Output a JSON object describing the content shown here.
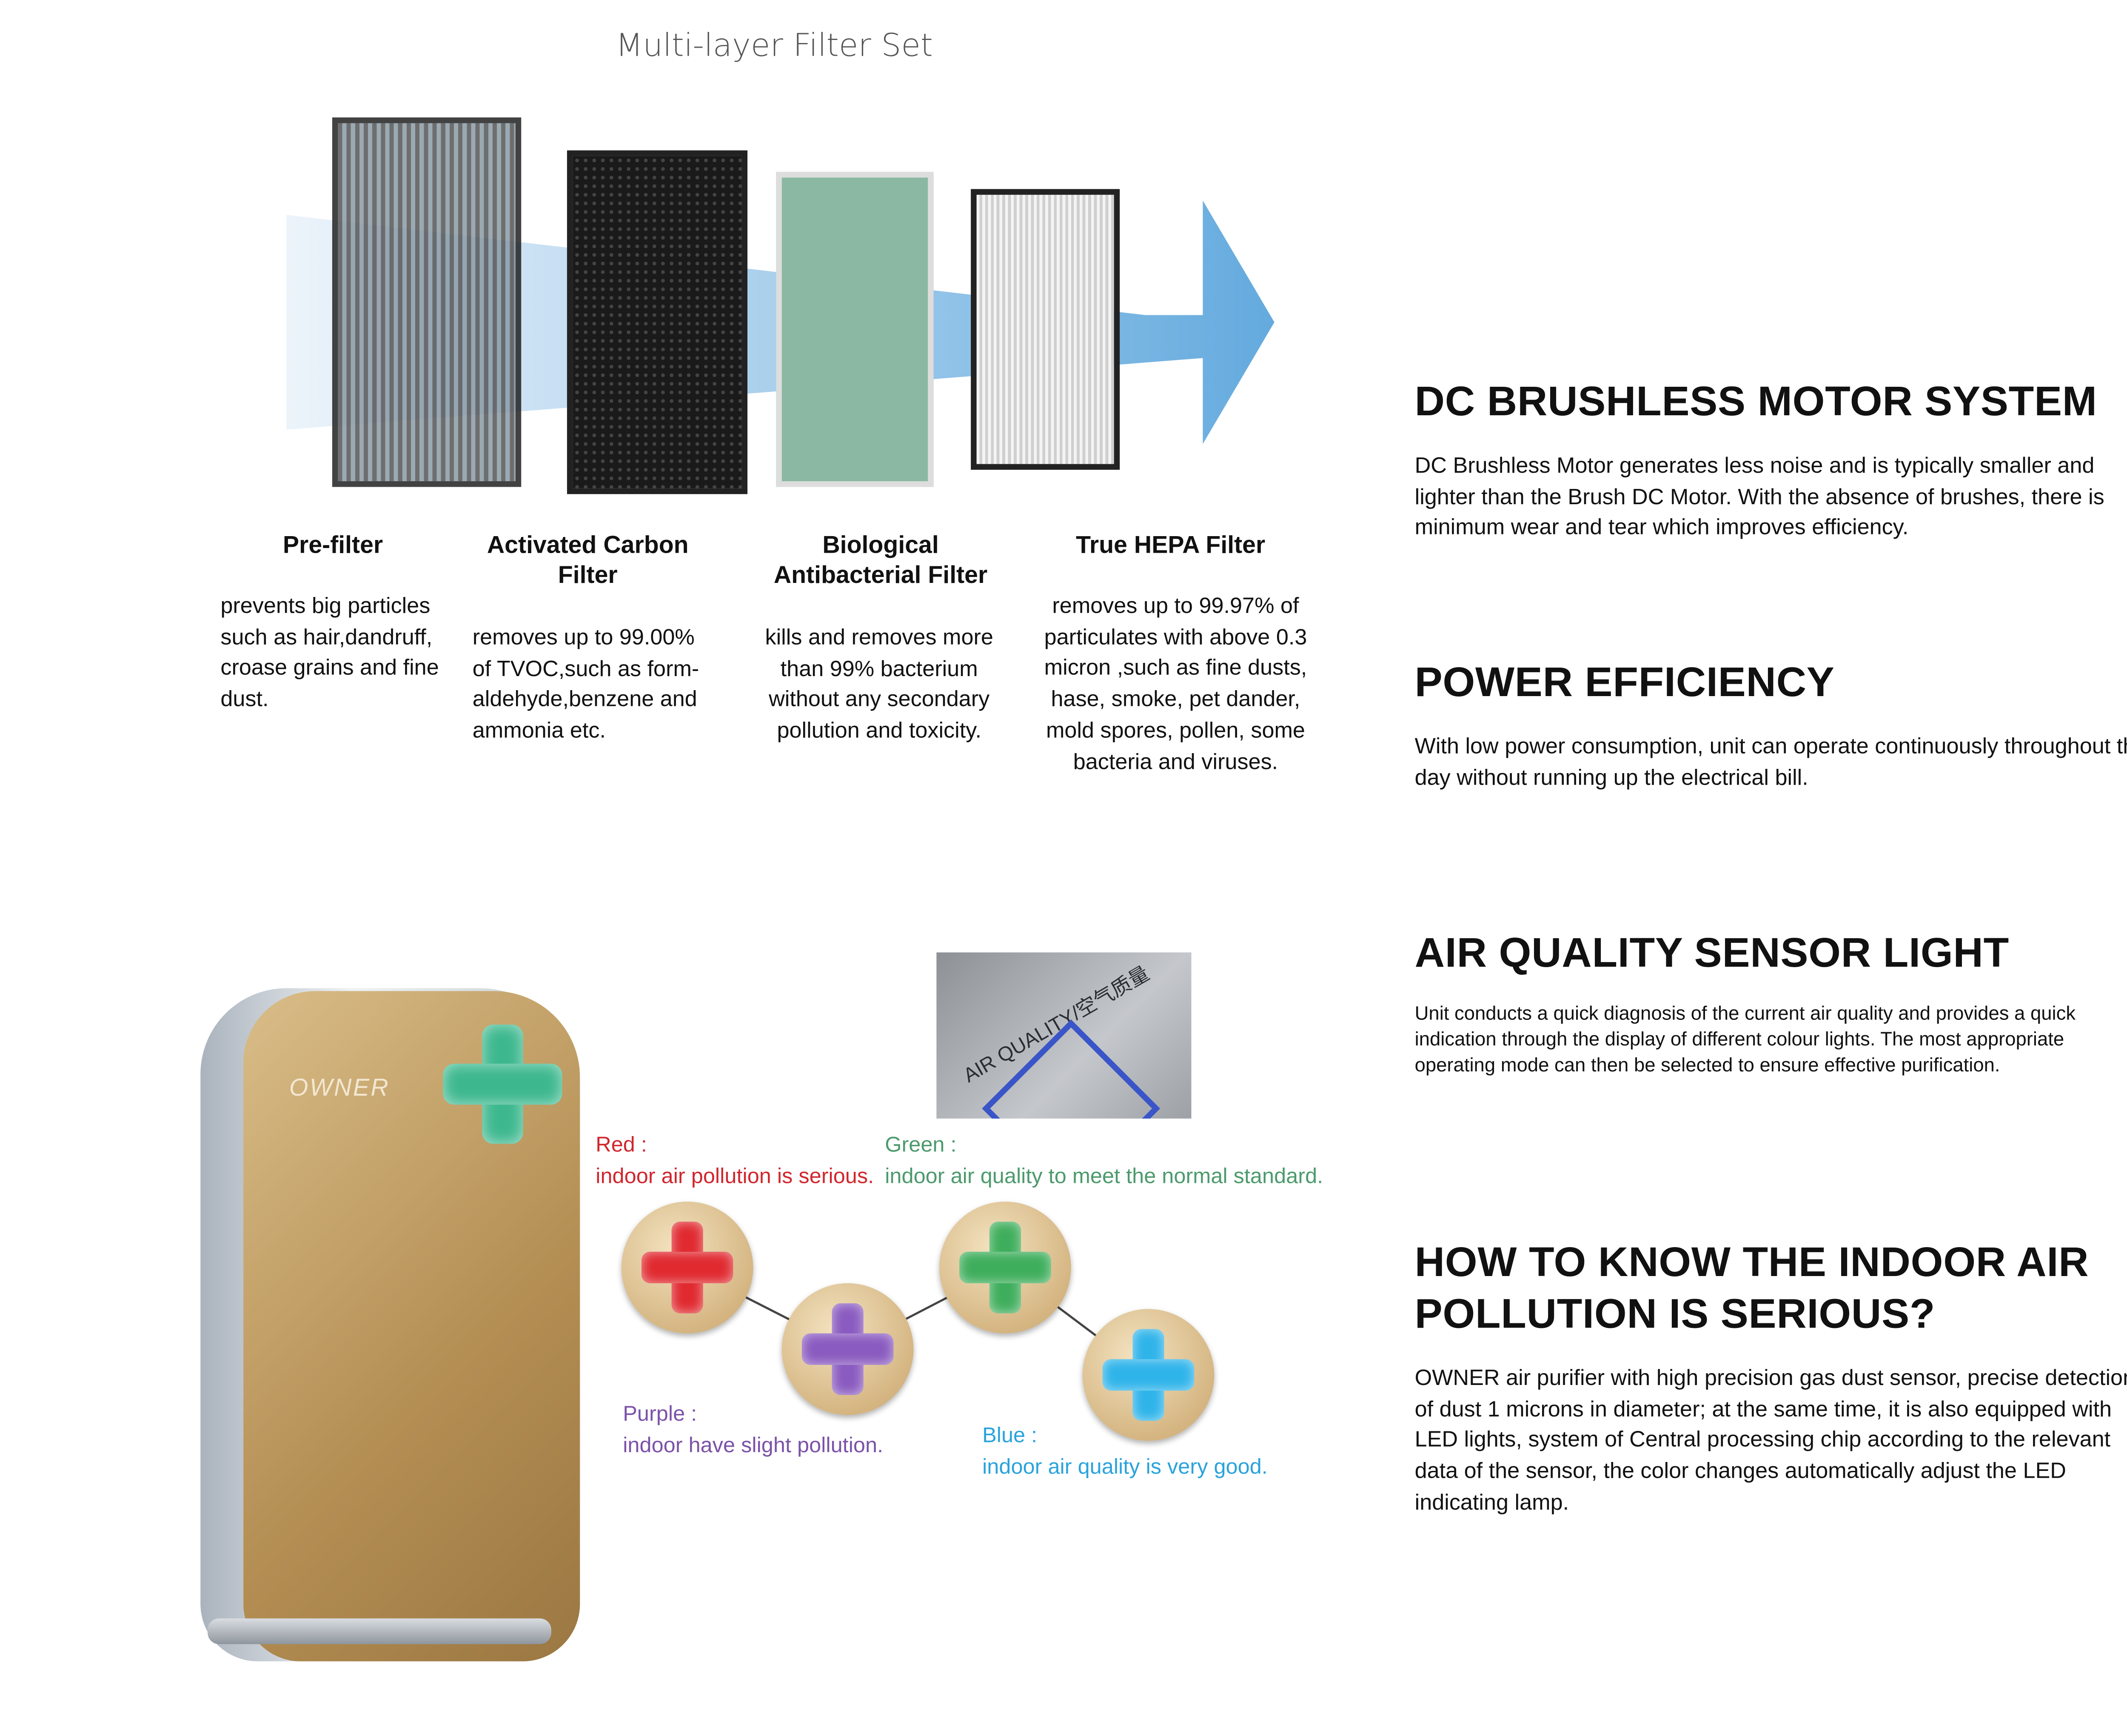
{
  "filter_set": {
    "title": "Multi-layer Filter Set",
    "filters": [
      {
        "name": "Pre-filter",
        "description": "prevents big particles such as hair,dandruff, croase grains and fine dust."
      },
      {
        "name": "Activated Carbon Filter",
        "description": "removes up to 99.00% of TVOC,such as form-aldehyde,benzene and ammonia etc."
      },
      {
        "name": "Biological Antibacterial Filter",
        "description": "kills and removes more than 99% bacterium without any secondary pollution and toxicity."
      },
      {
        "name": "True HEPA Filter",
        "description": "removes up to 99.97% of particulates with above 0.3 micron ,such as fine dusts, hase, smoke, pet dander, mold spores, pollen, some bacteria and viruses."
      }
    ]
  },
  "sections": [
    {
      "title": "DC BRUSHLESS MOTOR SYSTEM",
      "body": "DC Brushless Motor generates less noise and is typically smaller and lighter than the Brush DC Motor. With the absence of brushes, there is minimum wear and tear which improves efficiency."
    },
    {
      "title": "POWER EFFICIENCY",
      "body": "With low power consumption, unit can operate continuously throughout the day without running up the electrical bill."
    },
    {
      "title": "AIR QUALITY SENSOR LIGHT",
      "body": "Unit conducts a quick diagnosis of the current air quality and provides a quick indication through the display of different colour lights. The most appropriate operating mode can then be selected to ensure effective purification."
    },
    {
      "title": "HOW TO KNOW THE INDOOR AIR POLLUTION IS SERIOUS?",
      "body": "OWNER air purifier with high precision gas dust sensor, precise detection of dust 1 microns in diameter; at the same time, it is also equipped with LED lights, system of Central processing chip according to the relevant data of the sensor, the color changes automatically adjust the LED indicating lamp."
    }
  ],
  "product": {
    "brand_logo": "OWNER",
    "sensor_panel_text": "AIR QUALITY/空气质量"
  },
  "indicators": [
    {
      "color_name": "Red :",
      "meaning": "indoor air pollution is serious.",
      "color": "#d0262d"
    },
    {
      "color_name": "Green :",
      "meaning": "indoor air quality to meet the normal standard.",
      "color": "#4c9a6c"
    },
    {
      "color_name": "Purple :",
      "meaning": "indoor have slight pollution.",
      "color": "#7b52a8"
    },
    {
      "color_name": "Blue :",
      "meaning": "indoor air quality is very good.",
      "color": "#2aa3dc"
    }
  ]
}
